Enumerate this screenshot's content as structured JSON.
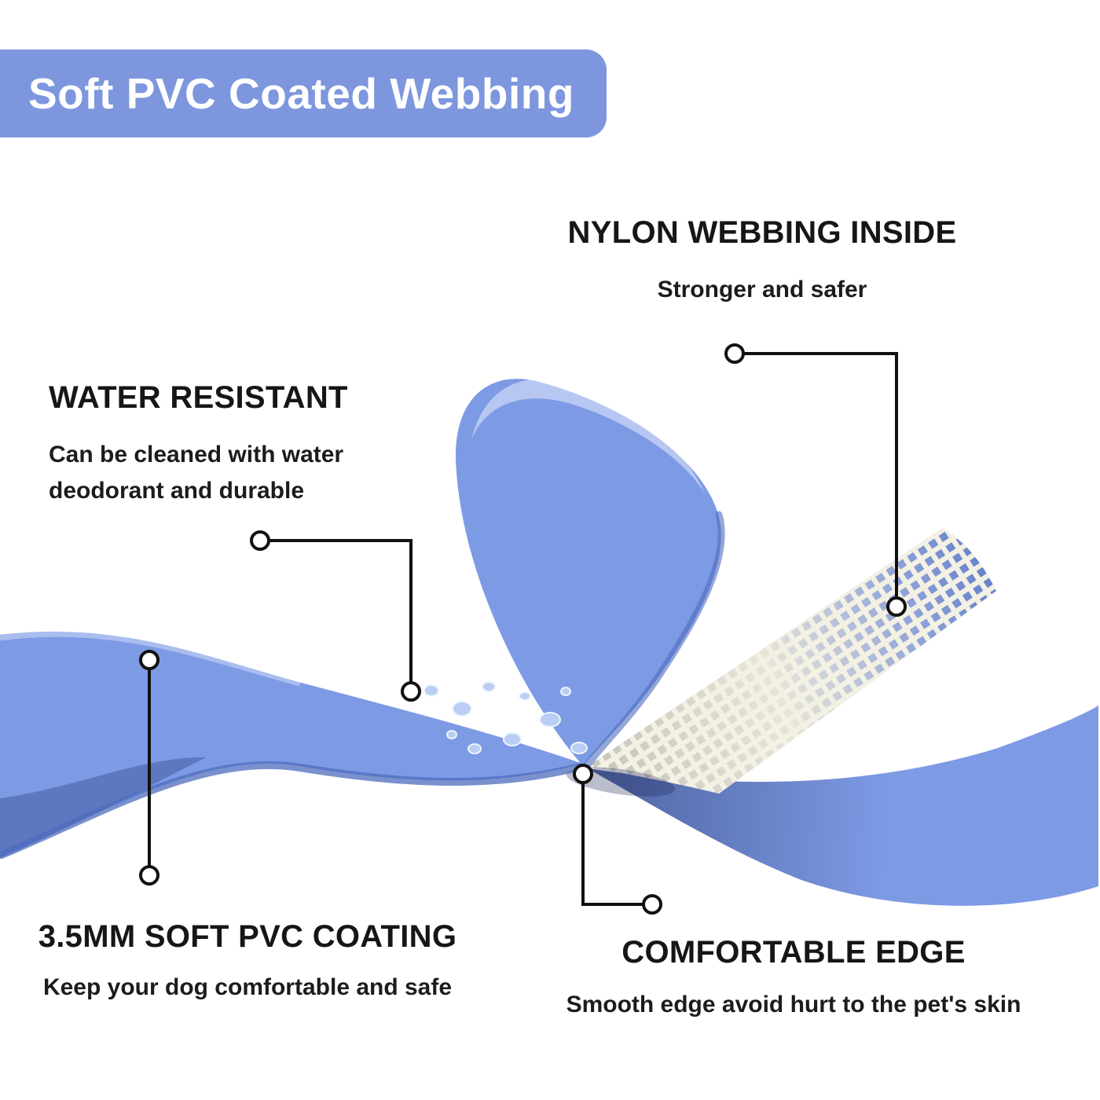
{
  "header": {
    "title": "Soft PVC Coated Webbing",
    "bg_color": "#7d96dd",
    "text_color": "#ffffff"
  },
  "callouts": {
    "nylon_webbing": {
      "title": "NYLON WEBBING INSIDE",
      "subtitle": "Stronger and safer"
    },
    "water_resistant": {
      "title": "WATER RESISTANT",
      "subtitle_line1": "Can be cleaned with water",
      "subtitle_line2": "deodorant and durable"
    },
    "pvc_coating": {
      "title": "3.5MM SOFT PVC COATING",
      "subtitle": "Keep your dog comfortable and safe"
    },
    "comfortable_edge": {
      "title": "COMFORTABLE EDGE",
      "subtitle": "Smooth edge avoid hurt to the pet's skin"
    }
  },
  "illustration": {
    "strap_color": "#7d9ae5",
    "strap_shadow_color": "#4e6cbe",
    "mesh_thread_color": "#f3f0e4",
    "connector_color": "#111111",
    "droplet_color": "#b9cef2"
  }
}
